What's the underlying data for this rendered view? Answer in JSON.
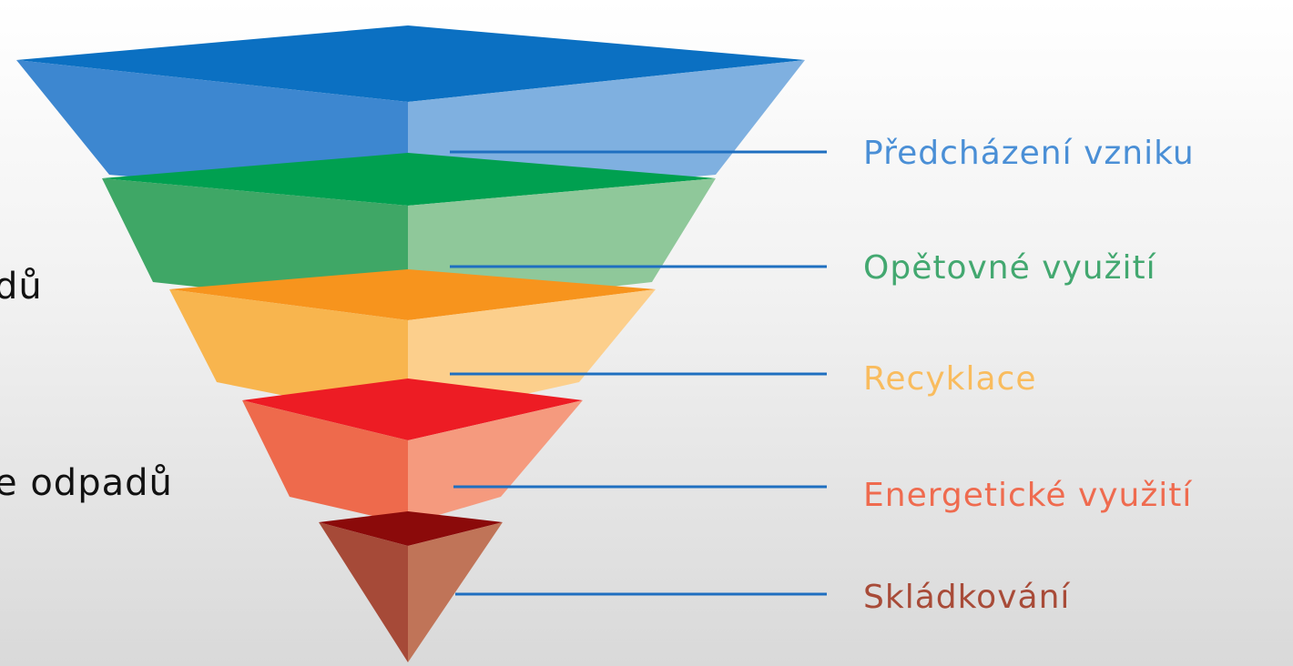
{
  "side_text": [
    {
      "visible": "dů"
    },
    {
      "visible": "e odpadů"
    }
  ],
  "hierarchy": {
    "levels": [
      {
        "label": "Předcházení vzniku",
        "color": "#4a8fd6",
        "top_color": "#0b70c2",
        "light": "#7fb0e0",
        "dark": "#3d87d0"
      },
      {
        "label": "Opětovné využití",
        "color": "#43a870",
        "top_color": "#00a050",
        "light": "#8fc89a",
        "dark": "#3fa766"
      },
      {
        "label": "Recyklace",
        "color": "#f9bc5e",
        "top_color": "#f7941d",
        "light": "#fccf8c",
        "dark": "#f8b54e"
      },
      {
        "label": "Energetické využití",
        "color": "#ef6b4f",
        "top_color": "#ed1c24",
        "light": "#f59a7e",
        "dark": "#ee6a4c"
      },
      {
        "label": "Skládkování",
        "color": "#a84b38",
        "top_color": "#8b0a0a",
        "light": "#c07458",
        "dark": "#a64a38"
      }
    ],
    "connector_color": "#1f6fc0"
  }
}
